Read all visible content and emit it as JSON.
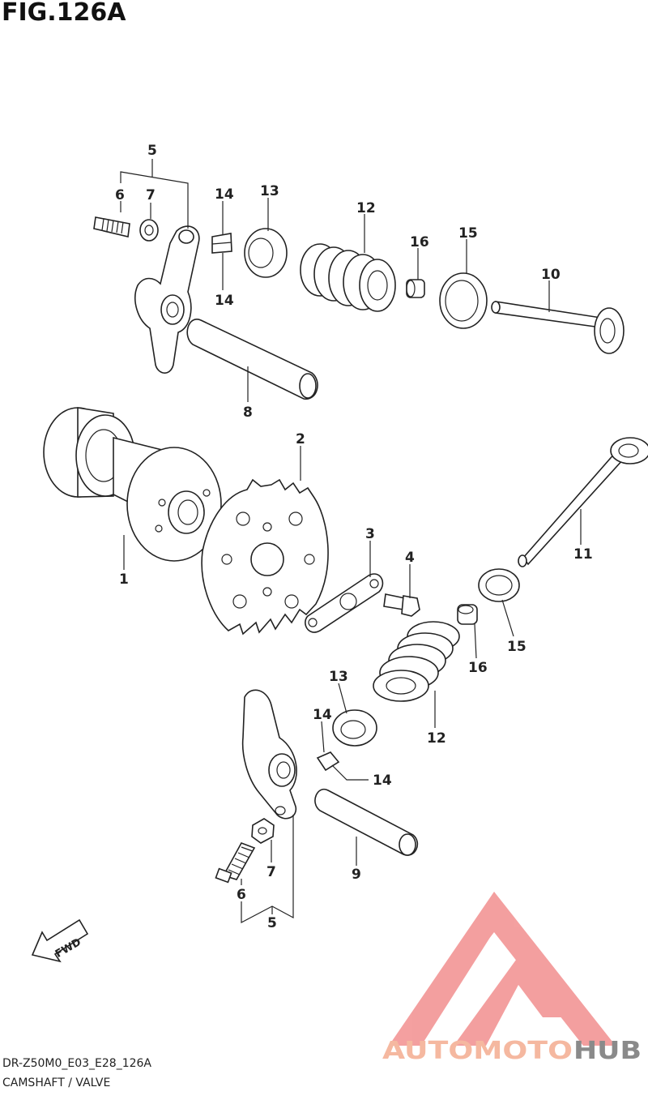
{
  "figure": {
    "title": "FIG.126A",
    "code": "DR-Z50M0_E03_E28_126A",
    "description": "CAMSHAFT / VALVE"
  },
  "callouts": [
    {
      "id": "c1",
      "label": "1"
    },
    {
      "id": "c2",
      "label": "2"
    },
    {
      "id": "c3",
      "label": "3"
    },
    {
      "id": "c4",
      "label": "4"
    },
    {
      "id": "c5a",
      "label": "5"
    },
    {
      "id": "c5b",
      "label": "5"
    },
    {
      "id": "c6a",
      "label": "6"
    },
    {
      "id": "c6b",
      "label": "6"
    },
    {
      "id": "c7a",
      "label": "7"
    },
    {
      "id": "c7b",
      "label": "7"
    },
    {
      "id": "c8",
      "label": "8"
    },
    {
      "id": "c9",
      "label": "9"
    },
    {
      "id": "c10",
      "label": "10"
    },
    {
      "id": "c11",
      "label": "11"
    },
    {
      "id": "c12a",
      "label": "12"
    },
    {
      "id": "c12b",
      "label": "12"
    },
    {
      "id": "c13a",
      "label": "13"
    },
    {
      "id": "c13b",
      "label": "13"
    },
    {
      "id": "c14a",
      "label": "14"
    },
    {
      "id": "c14b",
      "label": "14"
    },
    {
      "id": "c14c",
      "label": "14"
    },
    {
      "id": "c14d",
      "label": "14"
    },
    {
      "id": "c15a",
      "label": "15"
    },
    {
      "id": "c15b",
      "label": "15"
    },
    {
      "id": "c16a",
      "label": "16"
    },
    {
      "id": "c16b",
      "label": "16"
    }
  ],
  "fwd_label": "FWD",
  "watermark": {
    "text_a": "AUTOMOTO",
    "text_b": "HUB",
    "color_a": "#f5b8a0",
    "color_b": "#8a8a8a",
    "logo_color": "#f08080"
  }
}
